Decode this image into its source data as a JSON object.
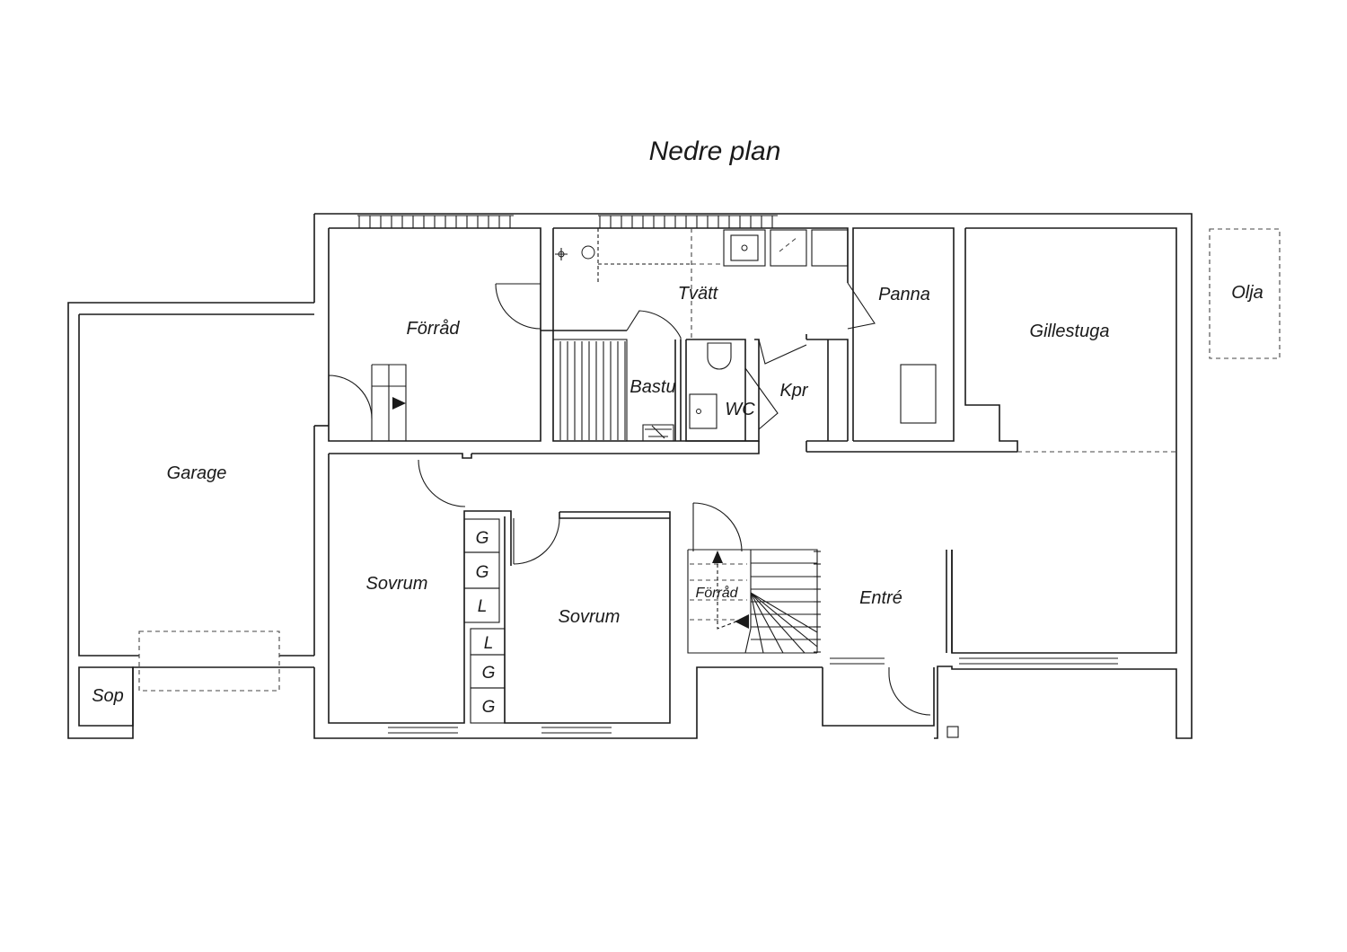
{
  "plan": {
    "title": "Nedre plan",
    "rooms": {
      "forrad_top": "Förråd",
      "tvatt": "Tvätt",
      "panna": "Panna",
      "gillestuga": "Gillestuga",
      "olja": "Olja",
      "garage": "Garage",
      "bastu": "Bastu",
      "wc": "WC",
      "kpr": "Kpr",
      "sovrum_left": "Sovrum",
      "sovrum_right": "Sovrum",
      "forrad_stair": "Förråd",
      "entre": "Entré",
      "sop": "Sop"
    },
    "closets": [
      "G",
      "G",
      "L",
      "L",
      "G",
      "G"
    ]
  }
}
